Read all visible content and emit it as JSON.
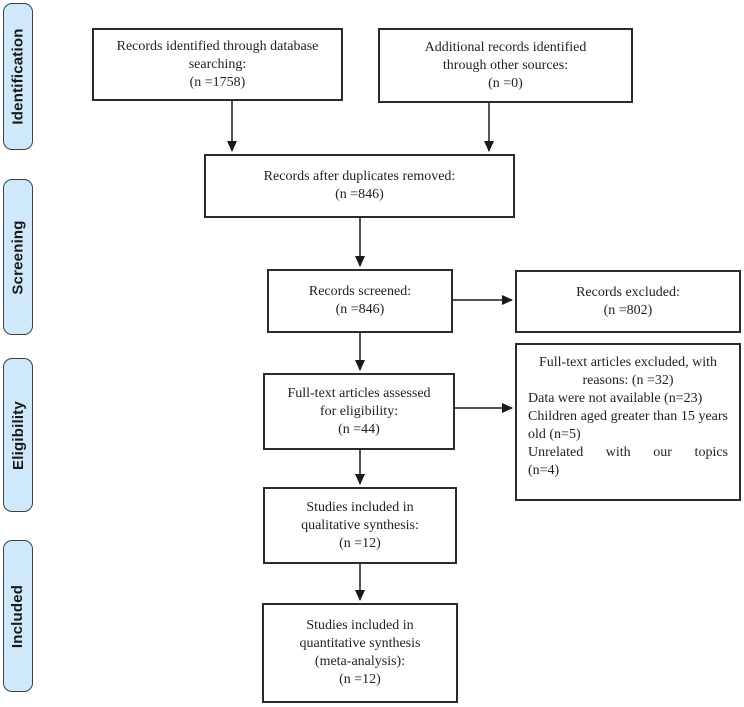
{
  "colors": {
    "stage_fill": "#cfe9fb",
    "stage_border": "#404040",
    "box_border": "#2b2b2b",
    "box_fill": "#ffffff",
    "arrow": "#1a1a1a",
    "text": "#1f1f1f"
  },
  "stages": [
    {
      "label": "Identification"
    },
    {
      "label": "Screening"
    },
    {
      "label": "Eligibility"
    },
    {
      "label": "Included"
    }
  ],
  "boxes": {
    "identified_db": {
      "text": "Records identified through database\nsearching:\n(n =1758)"
    },
    "identified_other": {
      "text": "Additional records identified\nthrough other sources:\n(n =0)"
    },
    "after_duplicates": {
      "text": "Records after duplicates removed:\n(n =846)"
    },
    "screened": {
      "text": "Records screened:\n(n =846)"
    },
    "records_excluded": {
      "text": "Records excluded:\n(n =802)"
    },
    "fulltext_assessed": {
      "text": "Full-text articles assessed\nfor eligibility:\n(n =44)"
    },
    "fulltext_excluded": {
      "header": "Full-text articles excluded, with\nreasons: (n =32)",
      "items": [
        "Data were not available (n=23)",
        "Children aged greater than 15 years old (n=5)",
        "Unrelated with our topics\n(n=4)"
      ]
    },
    "qualitative": {
      "text": "Studies included in\nqualitative synthesis:\n(n =12)"
    },
    "quantitative": {
      "text": "Studies included in\nquantitative synthesis\n(meta-analysis):\n(n =12)"
    }
  }
}
